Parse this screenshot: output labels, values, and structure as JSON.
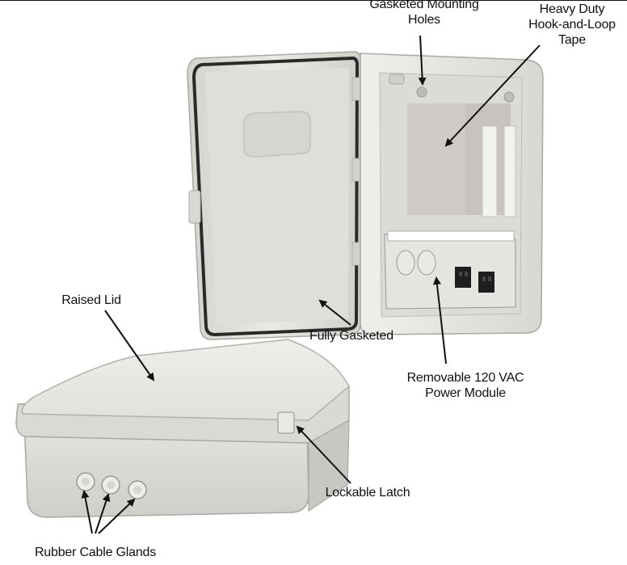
{
  "callouts": {
    "gasketed_mounting_holes": "Gasketed Mounting\nHoles",
    "hook_and_loop_tape": "Heavy Duty\nHook-and-Loop\nTape",
    "raised_lid": "Raised Lid",
    "fully_gasketed": "Fully Gasketed",
    "power_module": "Removable 120 VAC\nPower Module",
    "lockable_latch": "Lockable Latch",
    "cable_glands": "Rubber Cable Glands"
  },
  "colors": {
    "enclosure_body": "#e6e6e2",
    "enclosure_shadow": "#bdbdb7",
    "gasket": "#2a2a2a",
    "backplate": "#cfcac6",
    "callout_ink": "#111111"
  }
}
